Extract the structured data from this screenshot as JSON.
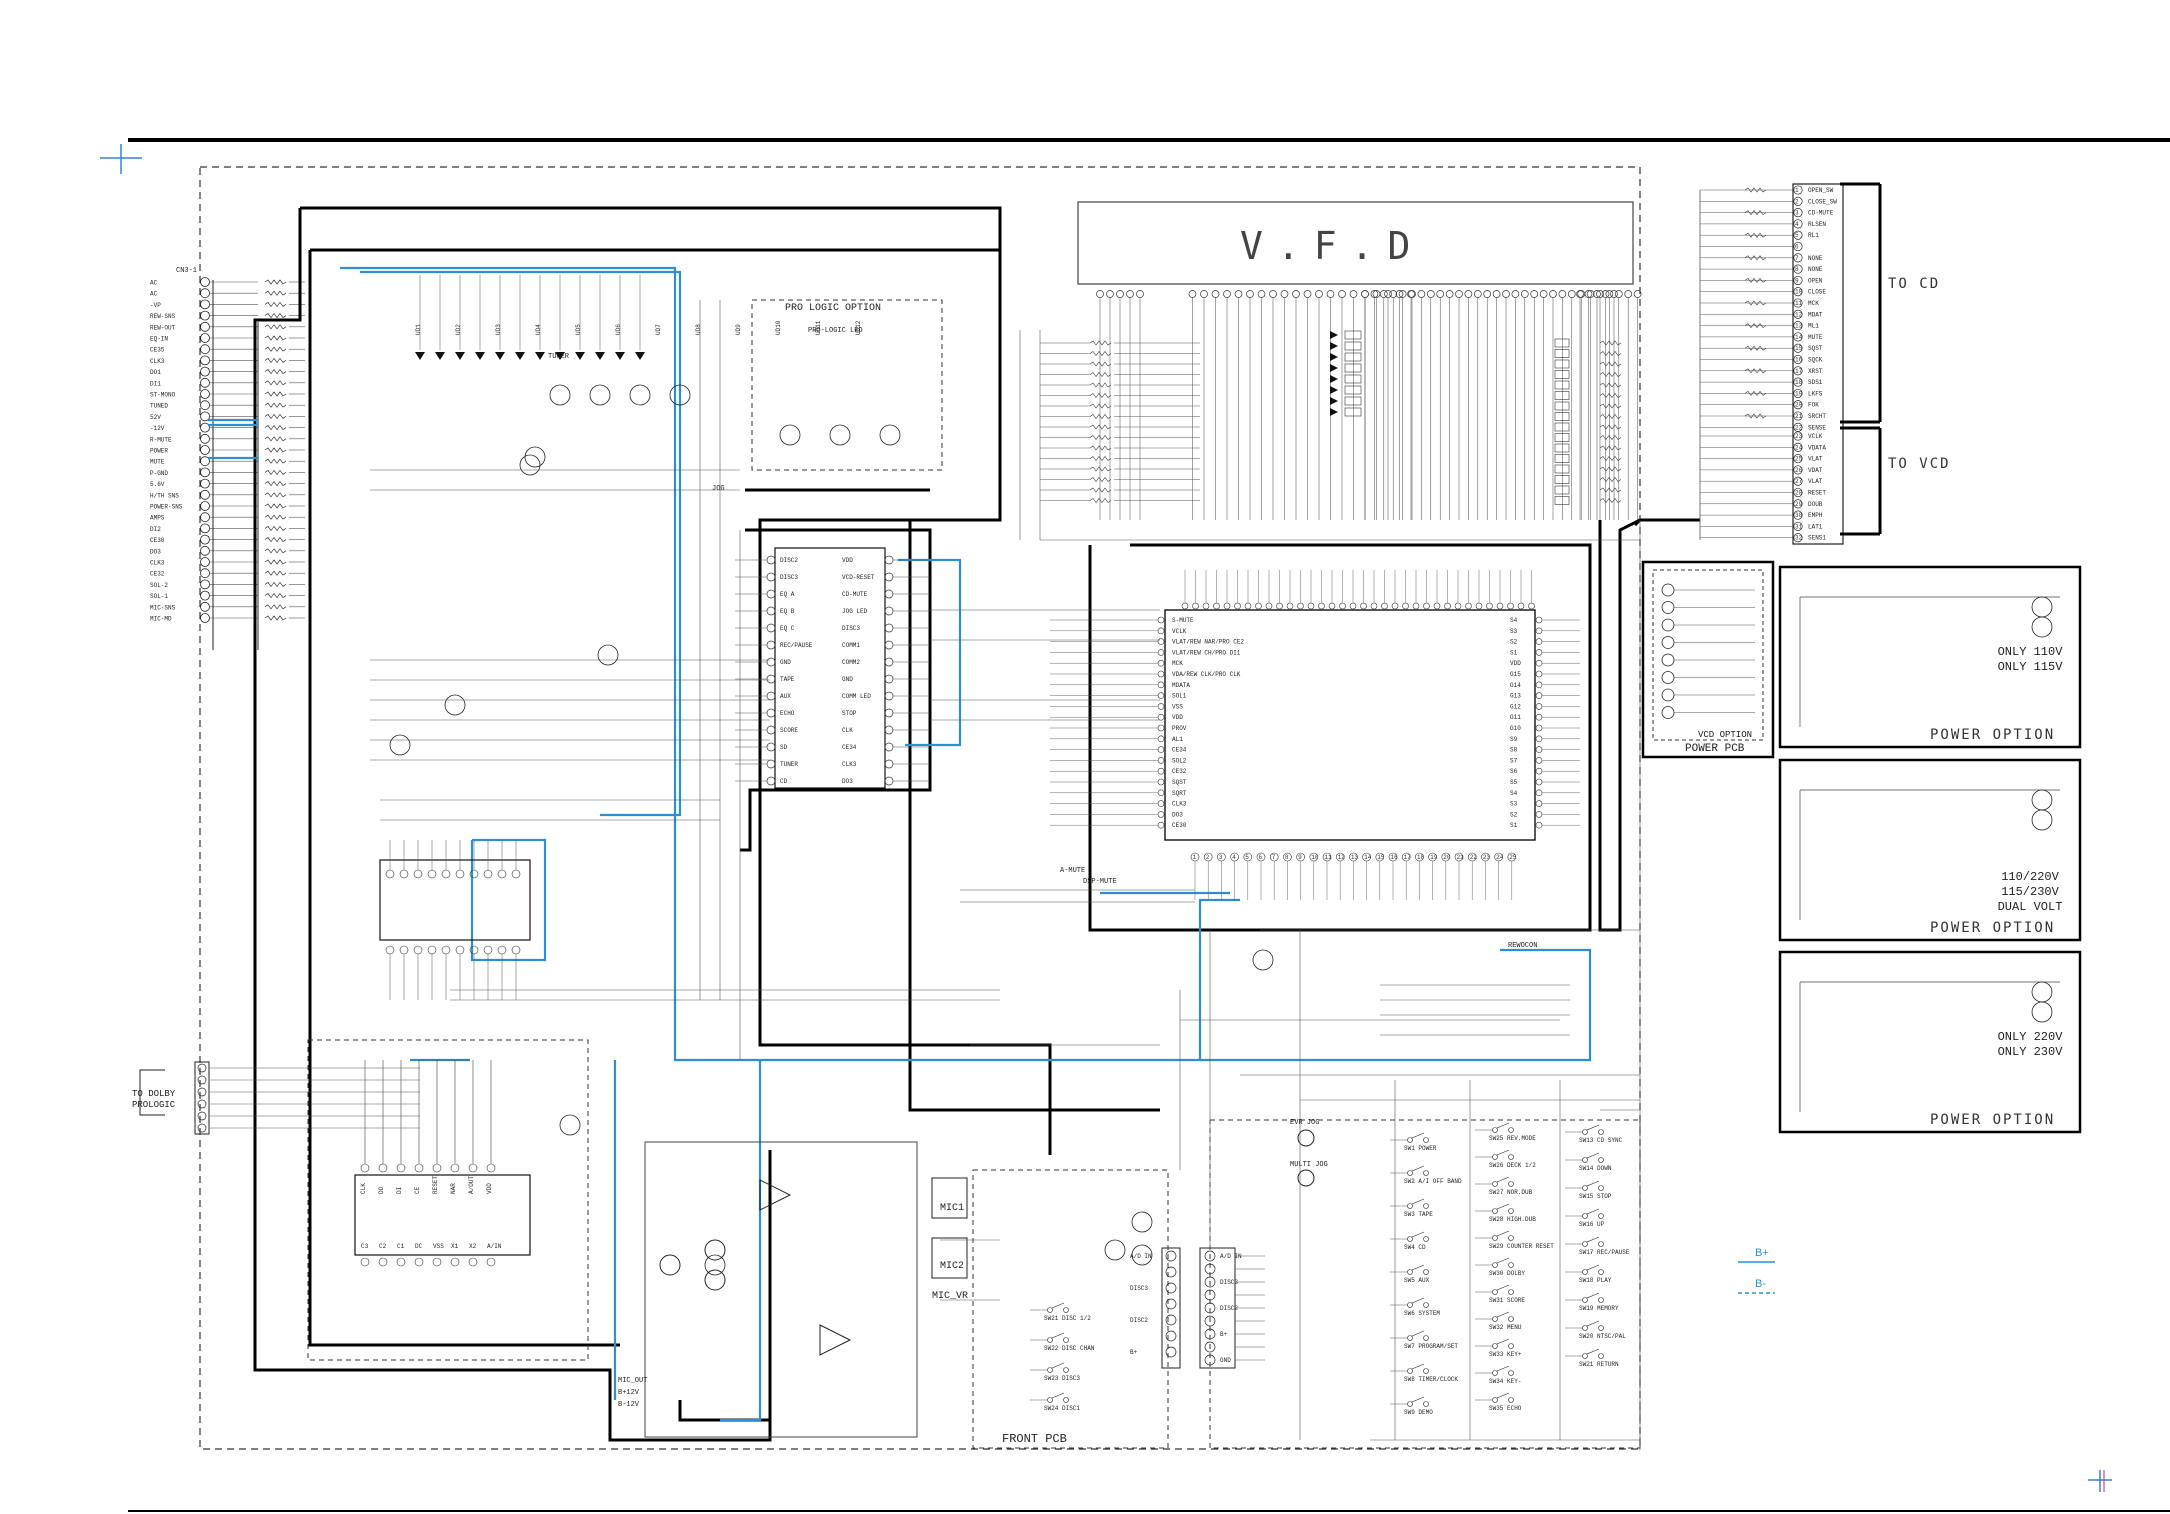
{
  "vfd": {
    "title": "V.F.D"
  },
  "to_cd": "TO CD",
  "to_vcd": "TO VCD",
  "to_dolby": [
    "TO DOLBY",
    "PROLOGIC"
  ],
  "pro_logic_option": "PRO LOGIC OPTION",
  "pro_logic_led": "PRO-LOGIC LED",
  "vcd_option": "VCD OPTION",
  "power_pcb": "POWER PCB",
  "front_pcb": "FRONT PCB",
  "cn_label": "CN3-1",
  "power_options": [
    {
      "voltage_lines": [
        "ONLY 110V",
        "ONLY 115V"
      ],
      "caption": "POWER OPTION"
    },
    {
      "voltage_lines": [
        "110/220V",
        "115/230V",
        "DUAL VOLT"
      ],
      "caption": "POWER OPTION"
    },
    {
      "voltage_lines": [
        "ONLY 220V",
        "ONLY 230V"
      ],
      "caption": "POWER OPTION"
    }
  ],
  "legend": {
    "b_plus": "B+",
    "b_minus": "B-"
  },
  "cn_left_pins": [
    "AC",
    "AC",
    "-VP",
    "REW-SNS",
    "REW-OUT",
    "EQ-IN",
    "CE35",
    "CLK3",
    "DO1",
    "DI1",
    "ST-MONO",
    "TUNED",
    "52V",
    "-12V",
    "R-MUTE",
    "POWER",
    "MUTE",
    "P-GND",
    "5.6V",
    "H/TH SNS",
    "POWER-SNS",
    "AMPS",
    "DI2",
    "CE30",
    "DO3",
    "CLK3",
    "CE32",
    "SOL-2",
    "SOL-1",
    "MIC-SNS",
    "MIC-MD"
  ],
  "cd_pins": [
    "OPEN_SW",
    "CLOSE_SW",
    "CD-MUTE",
    "RLSEN",
    "RL1",
    "",
    "NONE",
    "NONE",
    "OPEN",
    "CLOSE",
    "MCK",
    "MDAT",
    "ML1",
    "MUTE",
    "SQST",
    "SQCK",
    "XRST",
    "SDS1",
    "LKFS",
    "FOK",
    "SRCHT",
    "SENSE"
  ],
  "vcd_pins": [
    "VCLK",
    "VDATA",
    "VLAT",
    "VDAT",
    "VLAT",
    "RESET",
    "DOUB",
    "EMPH",
    "LAT1",
    "SENS1"
  ],
  "dsp_left_pins": [
    "DISC2",
    "DISC3",
    "EQ A",
    "EQ B",
    "EQ C",
    "REC/PAUSE",
    "GND",
    "TAPE",
    "AUX",
    "ECHO",
    "SCORE",
    "SD",
    "TUNER",
    "CD"
  ],
  "dsp_right_pins": [
    "VDD",
    "VCD-RESET",
    "CD-MUTE",
    "JOG LED",
    "DISC3",
    "COMM1",
    "COMM2",
    "GND",
    "COMM LED",
    "STOP",
    "CLK",
    "CE34",
    "CLK3",
    "DO3"
  ],
  "micom_left_pins": [
    "S-MUTE",
    "VCLK",
    "VLAT/REW NAR/PRO CE2",
    "VLAT/REW CH/PRO DI1",
    "MCK",
    "VDA/REW CLK/PRO CLK",
    "MDATA",
    "SOL1",
    "VSS",
    "VDD",
    "PROV",
    "AL1",
    "CE34",
    "SOL2",
    "CE32",
    "SQST",
    "SQRT",
    "CLK3",
    "DO3",
    "CE30"
  ],
  "micom_right_pins": [
    "S4",
    "S3",
    "S2",
    "S1",
    "VDD",
    "G15",
    "G14",
    "G13",
    "G12",
    "G11",
    "G10",
    "S9",
    "S8",
    "S7",
    "S6",
    "S5",
    "S4",
    "S3",
    "S2",
    "S1"
  ],
  "micom_bottom_pins": [
    "1",
    "2",
    "3",
    "4",
    "5",
    "6",
    "7",
    "8",
    "9",
    "10",
    "11",
    "12",
    "13",
    "14",
    "15",
    "16",
    "17",
    "18",
    "19",
    "20",
    "21",
    "22",
    "23",
    "24",
    "25"
  ],
  "left_buttons": [
    "SW1 POWER",
    "SW2 A/I OFF BAND",
    "SW3 TAPE",
    "SW4 CD",
    "SW5 AUX",
    "SW6 SYSTEM",
    "SW7 PROGRAM/SET",
    "SW8 TIMER/CLOCK",
    "SW9 DEMO"
  ],
  "mid_buttons": [
    "SW25 REV.MODE",
    "SW26 DECK 1/2",
    "SW27 NOR.DUB",
    "SW28 HIGH.DUB",
    "SW29 COUNTER RESET",
    "SW30 DOLBY",
    "SW31 SCORE",
    "SW32 MENU",
    "SW33 KEY+",
    "SW34 KEY-",
    "SW35 ECHO"
  ],
  "right_buttons": [
    "SW13 CD SYNC",
    "SW14 DOWN",
    "SW15 STOP",
    "SW16 UP",
    "SW17 REC/PAUSE",
    "SW18 PLAY",
    "SW19 MEMORY",
    "SW20 NTSC/PAL",
    "SW21 RETURN"
  ],
  "front_buttons": [
    "SW21 DISC 1/2",
    "SW22 DISC CHAN",
    "SW23 DISC3",
    "SW24 DISC1"
  ],
  "front_connector": [
    "A/D IN",
    "",
    "DISC3",
    "",
    "DISC2",
    "",
    "B+"
  ],
  "front_connector_right": [
    "A/D IN",
    "",
    "DISC3",
    "",
    "DISC2",
    "",
    "B+",
    "",
    "GND"
  ],
  "mic_labels": [
    "MIC1",
    "MIC2",
    "MIC_VR"
  ],
  "ic_labels": [
    "UD1",
    "UD2",
    "UD3",
    "UD4",
    "UD5",
    "UD6",
    "UD7",
    "UD8",
    "UD9",
    "UD10",
    "UD11",
    "UD12"
  ],
  "dolby_pins_top": [
    "CLK",
    "DO",
    "DI",
    "CE",
    "RESET",
    "NAR",
    "A/OUT",
    "VDD"
  ],
  "dolby_pins_bot": [
    "C3",
    "C2",
    "C1",
    "DC",
    "VSS",
    "X1",
    "X2",
    "A/IN"
  ],
  "misc_text": {
    "mic_out": "MIC_OUT",
    "b_12v": "B+12V",
    "b_12v_neg": "B-12V",
    "a_mute": "A-MUTE",
    "dsp_mute": "DSP-MUTE",
    "tuner": "TUNER",
    "rewocon": "REWOCON",
    "multi_jog": "MULTI JOG",
    "evr_jog": "EVR JOG",
    "jog": "JOG"
  },
  "colors": {
    "wire": "#111111",
    "bus_blue": "#2c8fd6",
    "pin_magenta": "#d01f8c",
    "thin": "#555555"
  }
}
